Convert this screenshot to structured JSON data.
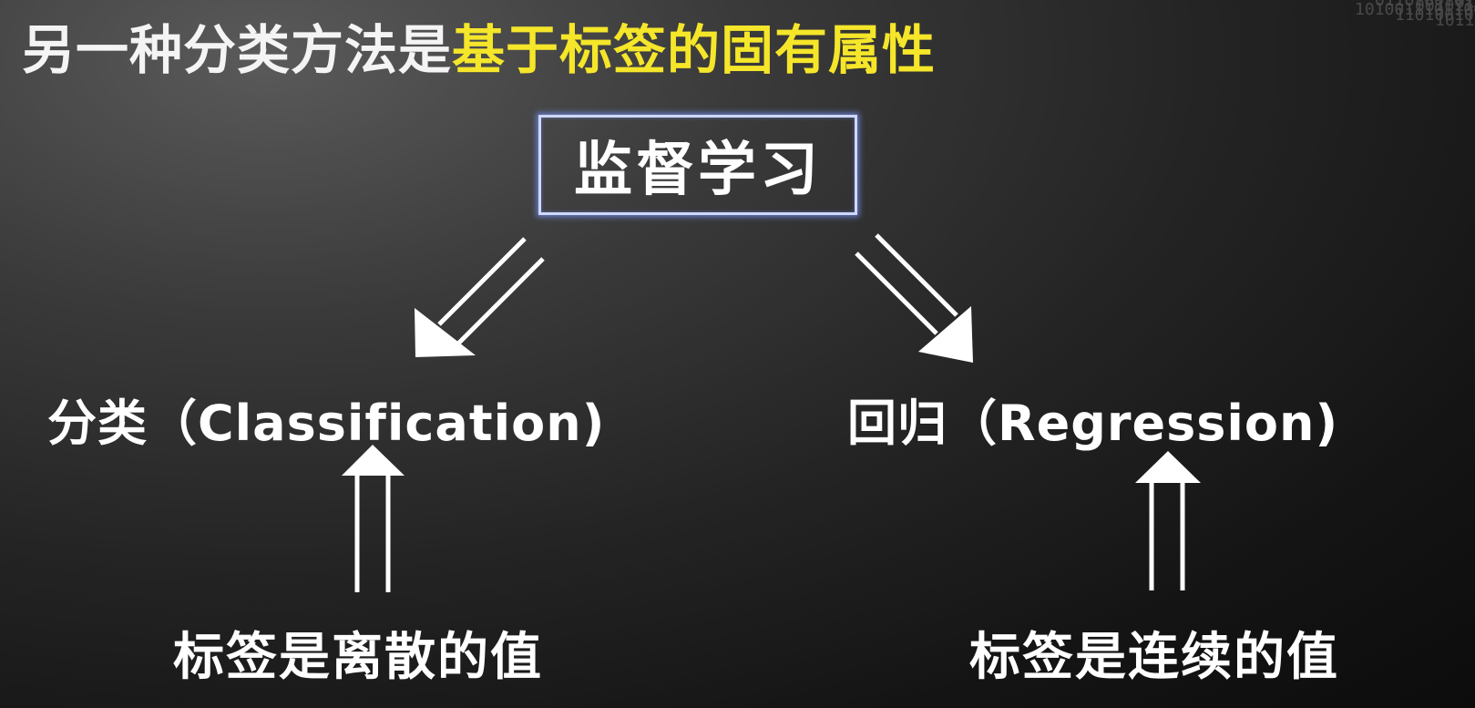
{
  "heading": {
    "plain": "另一种分类方法是",
    "highlight": "基于标签的固有属性"
  },
  "root": {
    "label": "监督学习"
  },
  "branches": {
    "left": {
      "label": "分类（Classification)",
      "description": "标签是离散的值"
    },
    "right": {
      "label": "回归（Regression)",
      "description": "标签是连续的值"
    }
  },
  "colors": {
    "highlight": "#f5e62a",
    "box_border": "#cfd8ff",
    "box_glow": "#7896ff"
  }
}
